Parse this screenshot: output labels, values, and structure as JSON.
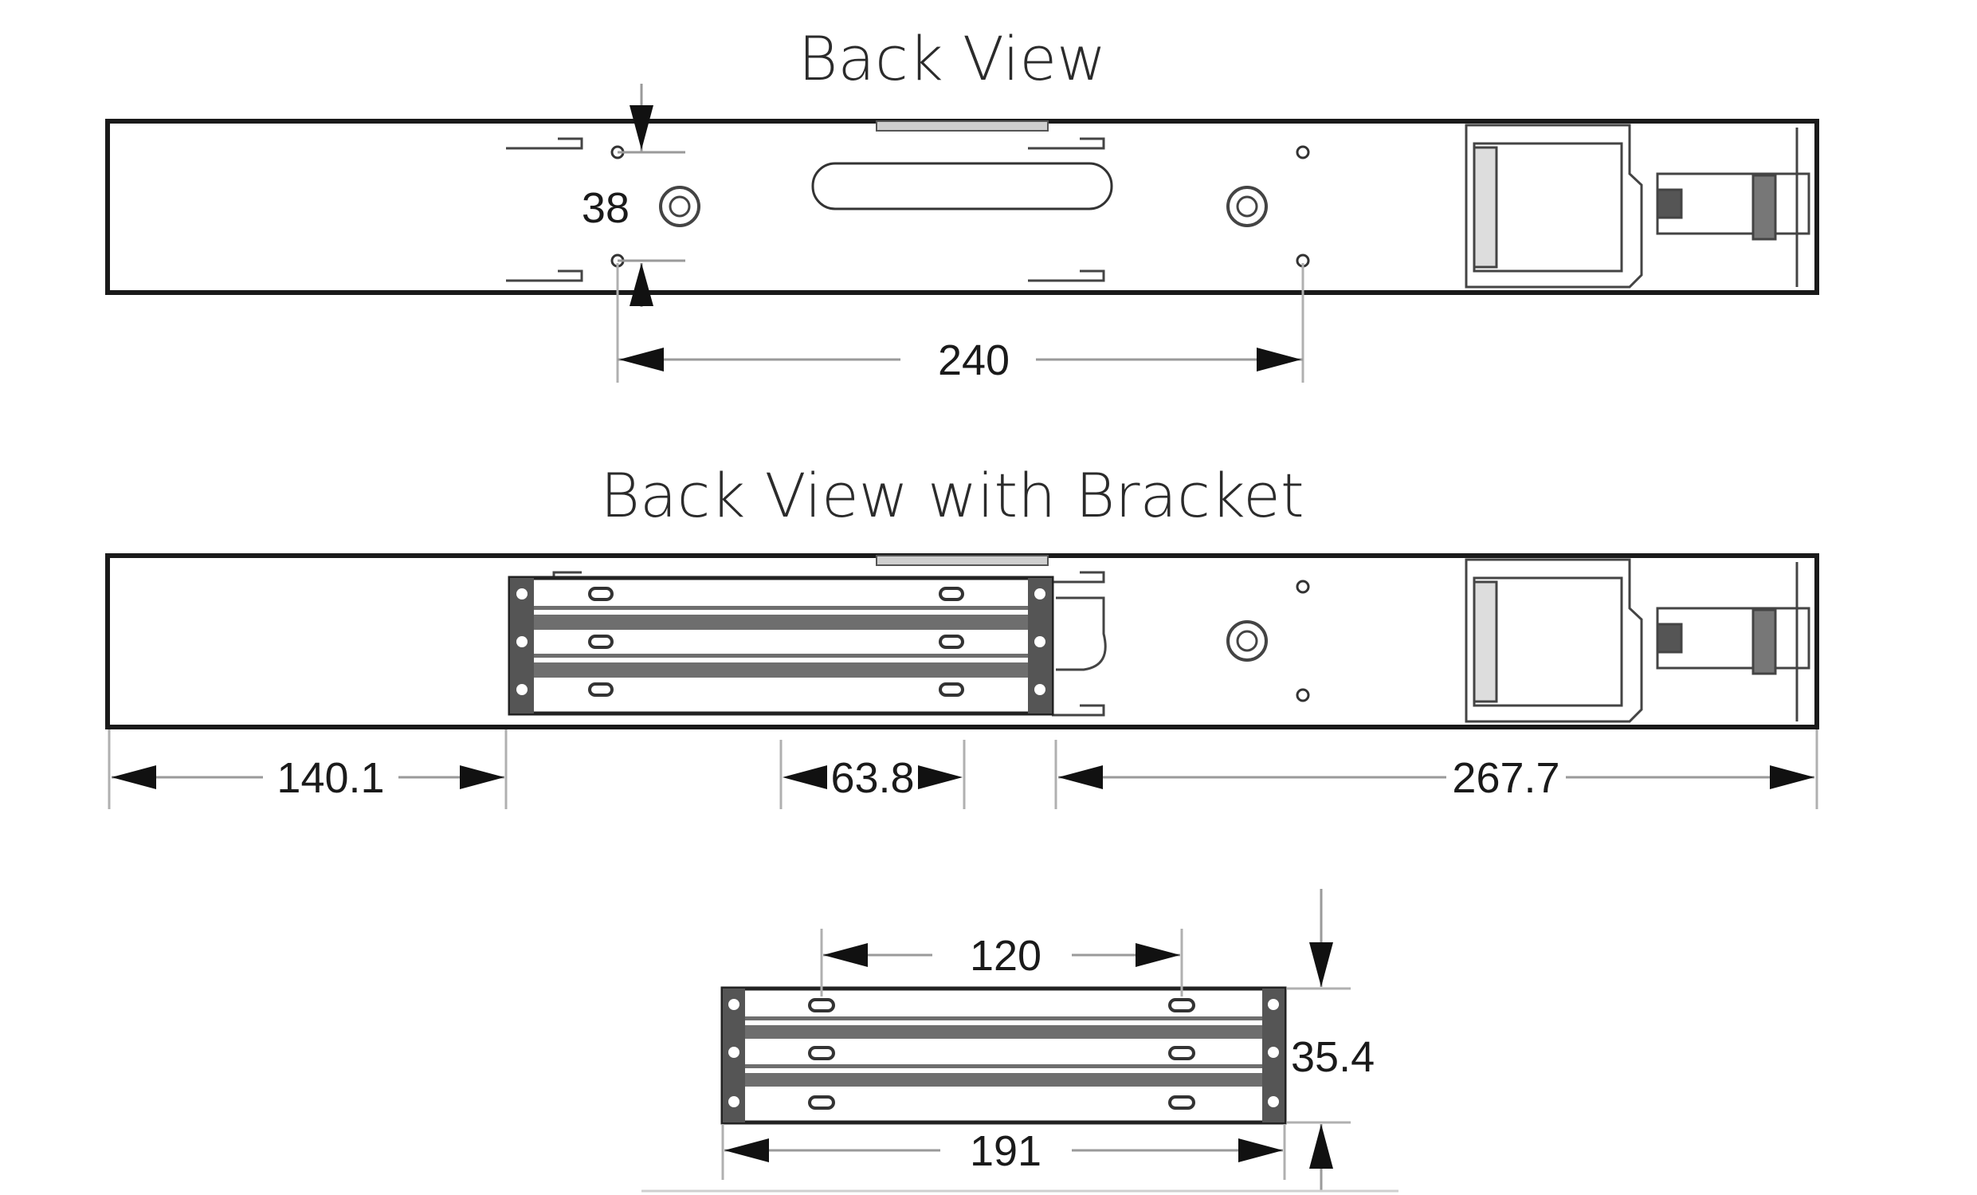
{
  "titles": {
    "back_view": "Back View",
    "back_view_with_bracket": "Back View with Bracket"
  },
  "dimensions": {
    "back_view": {
      "vertical_hole_spacing": "38",
      "horizontal_hole_spacing": "240"
    },
    "back_view_with_bracket": {
      "left_offset": "140.1",
      "center_offset": "63.8",
      "right_offset": "267.7"
    },
    "bracket": {
      "slot_spacing": "120",
      "height": "35.4",
      "width": "191"
    }
  }
}
